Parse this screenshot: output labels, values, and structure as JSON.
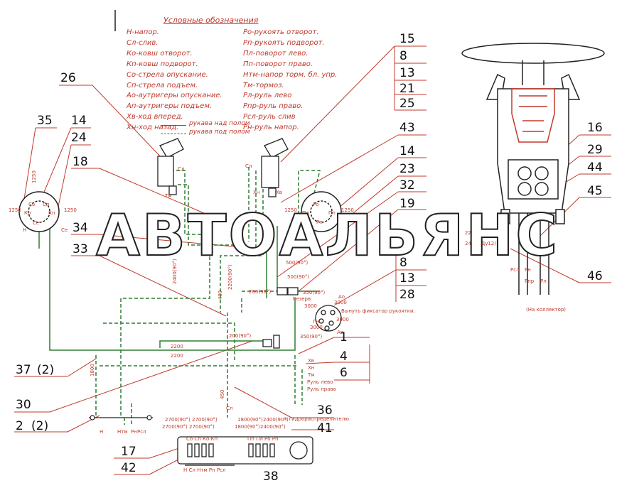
{
  "legend": {
    "title": "Условные обозначения",
    "col1": [
      "Н-напор.",
      "Сл-слив.",
      "Ко-ковш отворот.",
      "Кп-ковш подворот.",
      "Со-стрела опускание.",
      "Сп-стрела подъем.",
      "Ао-аутригеры опускание.",
      "Ап-аутригеры подъем.",
      "Хв-ход вперед.",
      "Хн-ход назад."
    ],
    "col2": [
      "Ро-рукоять отворот.",
      "Рп-рукоять подворот.",
      "Пл-поворот лево.",
      "Пп-поворот право.",
      "Нтм-напор торм. бл. упр.",
      "Тм-тормоз.",
      "Рл-руль лево",
      "Рпр-руль право.",
      "Рсл-руль слив",
      "Рн-руль напор."
    ],
    "line_above": "рукава над полом",
    "line_below": "рукава под полом"
  },
  "callouts": {
    "n15": "15",
    "n8a": "8",
    "n13a": "13",
    "n21": "21",
    "n25": "25",
    "n26": "26",
    "n43": "43",
    "n35": "35",
    "n14a": "14",
    "n24": "24",
    "n18": "18",
    "n14b": "14",
    "n23": "23",
    "n32": "32",
    "n34": "34",
    "n33": "33",
    "n19": "19",
    "n8b": "8",
    "n13b": "13",
    "n28": "28",
    "n16": "16",
    "n29": "29",
    "n44": "44",
    "n45": "45",
    "n46": "46",
    "n1": "1",
    "n4": "4",
    "n6": "6",
    "n37": "37",
    "n37q": "(2)",
    "n30": "30",
    "n2": "2",
    "n2q": "(2)",
    "n36": "36",
    "n41": "41",
    "n17": "17",
    "n42": "42",
    "n38": "38"
  },
  "hose_labels": {
    "l2200": "2200",
    "l2200b": "2200",
    "l500_90": "500(90°)",
    "l500_90b": "500(90°)",
    "l200_90": "200(90°)",
    "l350_90": "350(90°)",
    "l350_90b": "350(90°)",
    "l200_90b": "200(90°)",
    "l3000a": "3000",
    "l3000b": "3000",
    "l3000c": "3000",
    "l3000d": "3000",
    "l1800": "1800",
    "l2400_90": "2400(90°)",
    "l2200_90": "2200(90°)",
    "l400": "400",
    "l450": "450",
    "l1250a": "1250",
    "l1250b": "1250",
    "l1250c": "1250",
    "l1250d": "1250",
    "l1250e": "1250",
    "l2200_du12": "2200 (Ду12)",
    "l2400_du12": "2400 (Ду12)",
    "reserve": "Резерв",
    "fixator": "Вынуть фиксатор рукоятки.",
    "to_collector": "(На коллектор)",
    "to_distributor": "к гидрораспределителю",
    "b_2700a": "2700(90°)",
    "b_2700b": "2700(90°)",
    "b_2700c": "2700(90°)",
    "b_2700d": "2700(90°)",
    "b_1800a": "1800(90°)",
    "b_1800b": "1800(90°)",
    "b_2400a": "2400(90°)",
    "b_2400b": "2400(90°)",
    "rul_levo": "Руль лево",
    "rul_pravo": "Руль право"
  },
  "port_labels": {
    "H": "Н",
    "Sl": "Сл",
    "Hv": "Хв",
    "Hn": "Хн",
    "Tm": "Тм",
    "Ao": "Ао",
    "Ap": "Ап",
    "Gn": "Гн",
    "Ntm": "Нтм",
    "Rn": "Рн",
    "Rsl": "Рсл",
    "Rl": "Рл",
    "Rpr": "Рпр",
    "Rp": "Рп",
    "Ro": "Ро",
    "Pl": "Пл",
    "Pp": "Пп",
    "Co": "Со",
    "Sp": "Сп",
    "Ko": "Ко",
    "Kp": "Кп",
    "Se": "Се",
    "Ce": "Се",
    "bottom_ports": "Со Сп Ко Кп",
    "bottom_ports2": "Пп Пл Ро Рп",
    "bottom_ports3": "Н Сл Нтм Рн Рсл"
  },
  "watermark": "АВТОАЛЬЯНС",
  "colors": {
    "hose_green": "#2e7d32",
    "callout_red": "#c0392b",
    "drawing_dark": "#222222",
    "text_red": "#c0392b"
  }
}
